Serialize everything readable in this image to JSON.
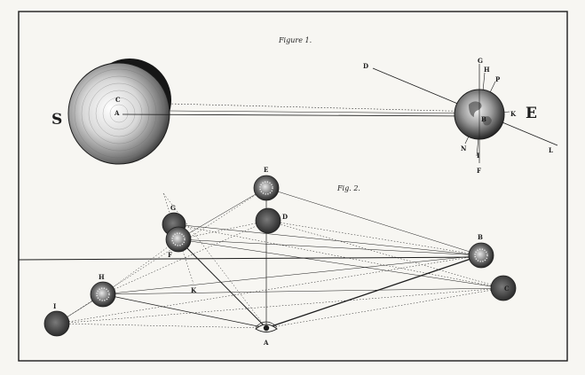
{
  "figure1": {
    "caption": "Figure 1.",
    "big_labels": {
      "S": "S",
      "E": "E"
    },
    "sun_labels": {
      "C": "C",
      "A": "A"
    },
    "earth_labels": {
      "D": "D",
      "G": "G",
      "H": "H",
      "P": "P",
      "K": "K",
      "B": "B",
      "N": "N",
      "I": "I",
      "F": "F",
      "L": "L"
    }
  },
  "figure2": {
    "caption": "Fig. 2.",
    "labels": {
      "E": "E",
      "D": "D",
      "G": "G",
      "F": "F",
      "H": "H",
      "K": "K",
      "I": "I",
      "A": "A",
      "B": "B",
      "C": "C"
    }
  },
  "colors": {
    "ink": "#1c1c1c",
    "paper": "#f7f6f2",
    "shade": "#4a4a4a"
  },
  "icons": {
    "observer": "eye-icon"
  }
}
